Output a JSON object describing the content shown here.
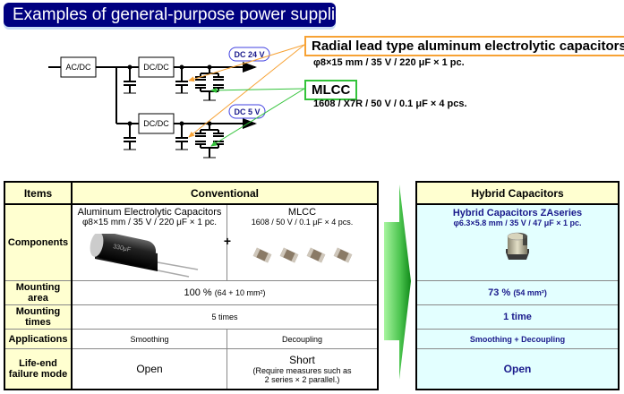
{
  "title": "Examples of general-purpose power supplies",
  "circuit": {
    "blocks": [
      "AC/DC",
      "DC/DC",
      "DC/DC"
    ],
    "outputs": [
      "DC 24 V",
      "DC 5 V"
    ]
  },
  "callouts": {
    "aluminum": {
      "label": "Radial lead type aluminum electrolytic capacitors",
      "spec": "φ8×15 mm / 35 V / 220 μF × 1 pc.",
      "color": "#f7a234"
    },
    "mlcc": {
      "label": "MLCC",
      "spec": "1608 / X7R / 50 V / 0.1 μF × 4 pcs.",
      "color": "#33c33a"
    }
  },
  "table": {
    "items_header": "Items",
    "conventional_header": "Conventional",
    "hybrid_header": "Hybrid Capacitors",
    "rows": {
      "components": {
        "label": "Components",
        "aluminum_name": "Aluminum Electrolytic Capacitors",
        "aluminum_spec": "φ8×15 mm / 35 V / 220 μF × 1 pc.",
        "plus": "+",
        "mlcc_name": "MLCC",
        "mlcc_spec": "1608 / 50 V / 0.1 μF × 4 pcs.",
        "hybrid_name": "Hybrid Capacitors  ZAseries",
        "hybrid_spec": "φ6.3×5.8 mm / 35 V / 47 μF × 1 pc."
      },
      "mounting_area": {
        "label_line1": "Mounting",
        "label_line2": "area",
        "conventional_main": "100 %",
        "conventional_sub": "(64 + 10 mm²)",
        "hybrid_main": "73 %",
        "hybrid_sub": "(54 mm²)"
      },
      "mounting_times": {
        "label_line1": "Mounting",
        "label_line2": "times",
        "conventional": "5 times",
        "hybrid": "1 time"
      },
      "applications": {
        "label": "Applications",
        "aluminum": "Smoothing",
        "mlcc": "Decoupling",
        "hybrid": "Smoothing + Decoupling"
      },
      "failure_mode": {
        "label_line1": "Life-end",
        "label_line2": "failure mode",
        "aluminum": "Open",
        "mlcc_main": "Short",
        "mlcc_note1": "(Require  measures such as",
        "mlcc_note2": "2 series × 2 parallel.)",
        "hybrid": "Open"
      }
    }
  },
  "colors": {
    "title_bg": "#000080",
    "header_bg": "#ffffd0",
    "hybrid_bg": "#e3ffff",
    "hybrid_text": "#1a1a8c",
    "arrow_green": "#2eaa3a"
  }
}
